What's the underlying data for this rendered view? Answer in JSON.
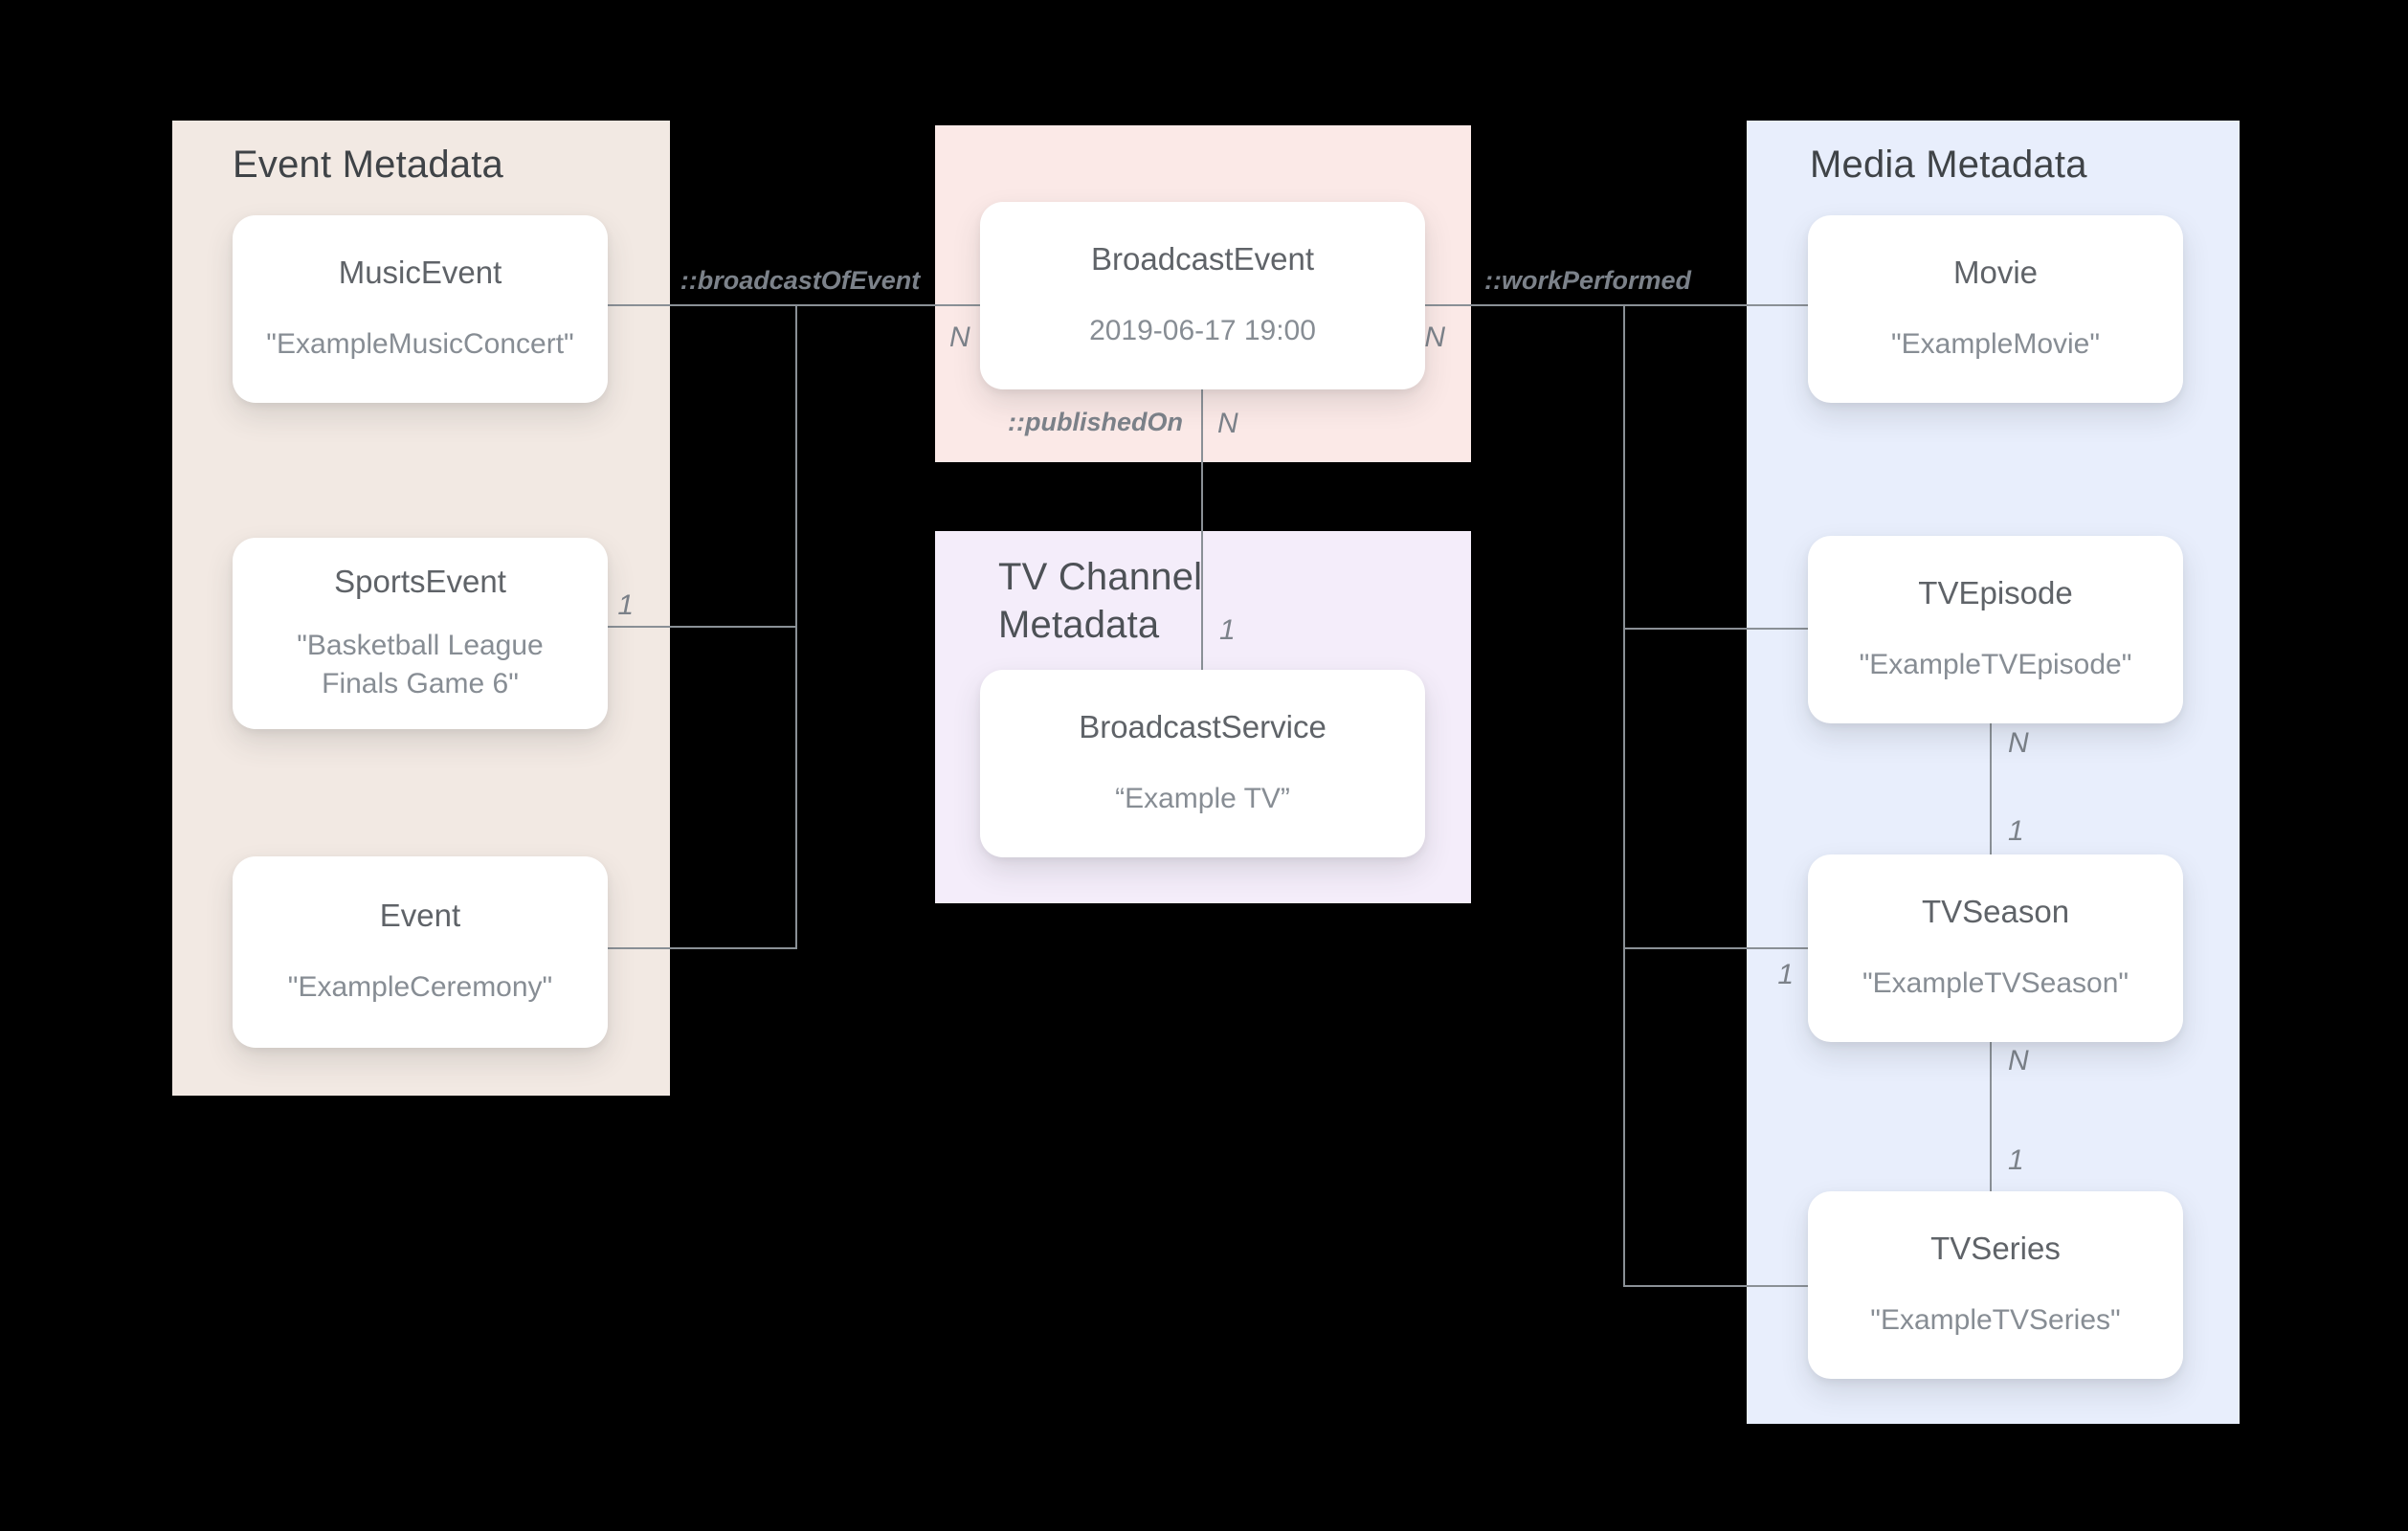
{
  "diagram": {
    "panels": {
      "event": {
        "title": "Event Metadata"
      },
      "tv_channel": {
        "title": "TV Channel Metadata"
      },
      "media": {
        "title": "Media Metadata"
      }
    },
    "nodes": {
      "music_event": {
        "name": "MusicEvent",
        "value": "\"ExampleMusicConcert\""
      },
      "sports_event": {
        "name": "SportsEvent",
        "value": "\"Basketball League Finals Game 6\""
      },
      "event": {
        "name": "Event",
        "value": "\"ExampleCeremony\""
      },
      "broadcast_event": {
        "name": "BroadcastEvent",
        "value": "2019-06-17 19:00"
      },
      "broadcast_service": {
        "name": "BroadcastService",
        "value": "“Example TV”"
      },
      "movie": {
        "name": "Movie",
        "value": "\"ExampleMovie\""
      },
      "tv_episode": {
        "name": "TVEpisode",
        "value": "\"ExampleTVEpisode\""
      },
      "tv_season": {
        "name": "TVSeason",
        "value": "\"ExampleTVSeason\""
      },
      "tv_series": {
        "name": "TVSeries",
        "value": "\"ExampleTVSeries\""
      }
    },
    "edge_labels": {
      "broadcast_of_event": "::broadcastOfEvent",
      "work_performed": "::workPerformed",
      "published_on": "::publishedOn"
    },
    "cardinalities": {
      "broadcast_event_left": "N",
      "broadcast_event_right": "N",
      "published_on": "N",
      "broadcast_service": "1",
      "sports_event": "1",
      "tv_episode_bottom": "N",
      "tv_season_top": "1",
      "tv_season_left": "1",
      "tv_season_bottom": "N",
      "tv_series_top": "1"
    },
    "colors": {
      "background": "#000000",
      "event_panel": "#f2e9e3",
      "broadcast_panel": "#fbe9e7",
      "tv_channel_panel": "#f4edfa",
      "media_panel": "#e8eefc",
      "card": "#ffffff",
      "connector": "#8a9096",
      "panel_title_text": "#3f4347",
      "node_text": "#5f6368",
      "value_text": "#878d94",
      "label_text": "#7c828a"
    }
  }
}
